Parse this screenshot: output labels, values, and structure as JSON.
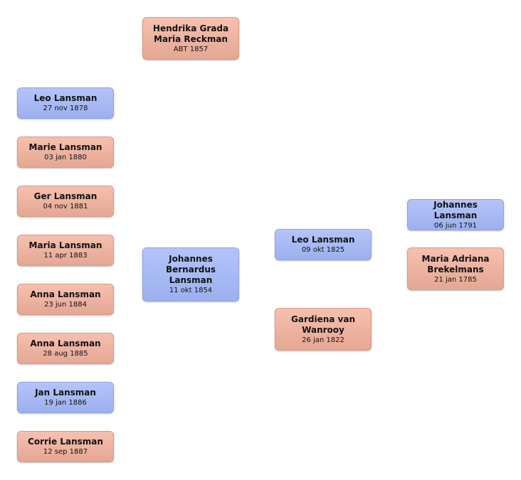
{
  "colors": {
    "male": "#a5b8f4",
    "female": "#efb5a2"
  },
  "spouse": {
    "name": "Hendrika Grada Maria Reckman",
    "date": "ABT 1857",
    "gender": "female"
  },
  "children": [
    {
      "name": "Leo Lansman",
      "date": "27 nov 1878",
      "gender": "male"
    },
    {
      "name": "Marie Lansman",
      "date": "03 jan 1880",
      "gender": "female"
    },
    {
      "name": "Ger Lansman",
      "date": "04 nov 1881",
      "gender": "female"
    },
    {
      "name": "Maria Lansman",
      "date": "11 apr 1883",
      "gender": "female"
    },
    {
      "name": "Anna Lansman",
      "date": "23 jun 1884",
      "gender": "female"
    },
    {
      "name": "Anna Lansman",
      "date": "28 aug 1885",
      "gender": "female"
    },
    {
      "name": "Jan Lansman",
      "date": "19 jan 1886",
      "gender": "male"
    },
    {
      "name": "Corrie Lansman",
      "date": "12 sep 1887",
      "gender": "female"
    }
  ],
  "focus": {
    "name": "Johannes Bernardus Lansman",
    "date": "11 okt 1854",
    "gender": "male"
  },
  "father": {
    "name": "Leo Lansman",
    "date": "09 okt 1825",
    "gender": "male"
  },
  "mother": {
    "name": "Gardiena van Wanrooy",
    "date": "26 jan 1822",
    "gender": "female"
  },
  "paternal_grandfather": {
    "name": "Johannes Lansman",
    "date": "06 jun 1791",
    "gender": "male"
  },
  "paternal_grandmother": {
    "name": "Maria Adriana Brekelmans",
    "date": "21 jan 1785",
    "gender": "female"
  }
}
